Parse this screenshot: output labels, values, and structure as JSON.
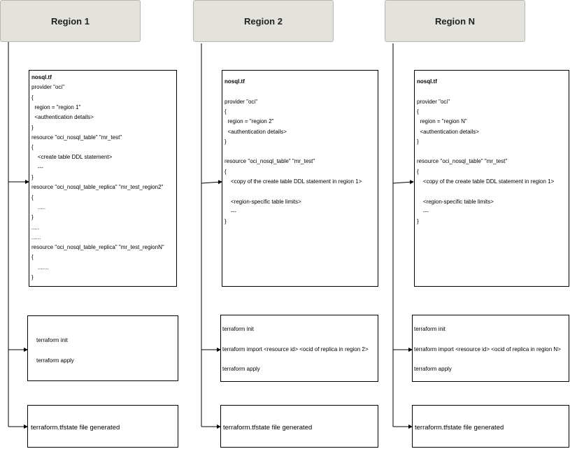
{
  "regions": [
    {
      "title": "Region 1",
      "tf_lines": [
        "nosql.tf",
        "provider \"oci\"",
        "{",
        "  region = \"region 1\"",
        "  <authentication details>",
        "}",
        "resource \"oci_nosql_table\" \"mr_test\"",
        "{",
        "    <create table DDL statement>",
        "    ---",
        "}",
        "resource \"oci_nosql_table_replica\" \"mr_test_region2\"",
        "{",
        "    .....",
        "}",
        ".....",
        "......",
        "resource \"oci_nosql_table_replica\" \"mr_test_regionN\"",
        "{",
        "    .......",
        "}"
      ],
      "cmd_lines": [
        "terraform init",
        "",
        "terraform apply"
      ],
      "state_text": "terraform.tfstate file generated"
    },
    {
      "title": "Region 2",
      "tf_lines": [
        "nosql.tf",
        "",
        "provider \"oci\"",
        "{",
        "  region = \"region 2\"",
        "  <authentication details>",
        "}",
        "",
        "resource \"oci_nosql_table\" \"mr_test\"",
        "{",
        "    <copy of the create table DDL statement in region 1>",
        "",
        "    <region-specific table limits>",
        "    ---",
        "}"
      ],
      "cmd_lines": [
        "terraform init",
        "",
        "terraform import <resource id> <ocid of replica in region 2>",
        "",
        "terraform apply"
      ],
      "state_text": "terraform.tfstate file generated"
    },
    {
      "title": "Region N",
      "tf_lines": [
        "nosql.tf",
        "",
        "provider \"oci\"",
        "{",
        "  region = \"region N\"",
        "  <authentication details>",
        "}",
        "",
        "resource \"oci_nosql_table\" \"mr_test\"",
        "{",
        "    <copy of the create table DDL statement in region 1>",
        "",
        "    <region-specific table limits>",
        "    ---",
        "}"
      ],
      "cmd_lines": [
        "terraform init",
        "",
        "terraform import <resource id> <ocid of replica in region N>",
        "",
        "terraform apply"
      ],
      "state_text": "terraform.tfstate file generated"
    }
  ],
  "colors": {
    "header_bg": "#e4e2dd",
    "header_border": "#b8b6b0",
    "connector": "#000000"
  }
}
